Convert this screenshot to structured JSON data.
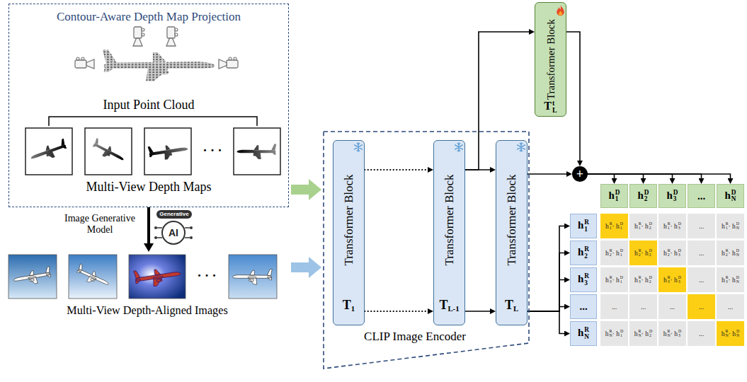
{
  "diagram": {
    "nodes": [
      {
        "text": [
          "Contour-Aware Depth Map Projection",
          "Input Point Cloud",
          "Multi-View Depth Maps"
        ]
      },
      {
        "text": [
          "Multi-View Depth-Aligned Images"
        ]
      },
      {
        "text": [
          "CLIP Image Encoder"
        ]
      },
      {
        "text": [
          "Transformer Block",
          "T1"
        ],
        "in": 2
      },
      {
        "text": [
          "Transformer Block",
          "TL-1"
        ],
        "in": 2
      },
      {
        "text": [
          "Transformer Block",
          "TL"
        ],
        "in": 2
      },
      {
        "text": [
          "Transformer Block",
          "TLt"
        ]
      },
      {
        "text": [
          "+"
        ]
      },
      {
        "text": [
          "h1D"
        ]
      },
      {
        "text": [
          "h2D"
        ]
      },
      {
        "text": [
          "h3D"
        ]
      },
      {
        "text": [
          "..."
        ]
      },
      {
        "text": [
          "hND"
        ]
      },
      {
        "text": [
          "h1R"
        ]
      },
      {
        "text": [
          "h2R"
        ]
      },
      {
        "text": [
          "h3R"
        ]
      },
      {
        "text": [
          "..."
        ]
      },
      {
        "text": [
          "hNR"
        ]
      }
    ],
    "edges": [
      {
        "from": 0,
        "to": 1,
        "arrow": "to",
        "label": "Image Generative Model"
      },
      {
        "from": 0,
        "to": 2,
        "arrow": "to"
      },
      {
        "from": 1,
        "to": 2,
        "arrow": "to"
      },
      {
        "from": 3,
        "to": 4,
        "arrow": "to"
      },
      {
        "from": 3,
        "to": 4,
        "arrow": "to"
      },
      {
        "from": 4,
        "to": 5,
        "arrow": "to"
      },
      {
        "from": 4,
        "to": 5,
        "arrow": "to"
      },
      {
        "from": 4,
        "to": 6,
        "arrow": "to"
      },
      {
        "from": 5,
        "to": 7,
        "arrow": "to"
      },
      {
        "from": 6,
        "to": 7,
        "arrow": "to"
      },
      {
        "from": 7,
        "to": 8,
        "arrow": "to"
      },
      {
        "from": 7,
        "to": 9,
        "arrow": "to"
      },
      {
        "from": 7,
        "to": 10,
        "arrow": "to"
      },
      {
        "from": 7,
        "to": 11,
        "arrow": "to"
      },
      {
        "from": 7,
        "to": 12,
        "arrow": "to"
      },
      {
        "from": 5,
        "to": 13,
        "arrow": "to"
      },
      {
        "from": 5,
        "to": 14,
        "arrow": "to"
      },
      {
        "from": 5,
        "to": 15,
        "arrow": "to"
      },
      {
        "from": 5,
        "to": 16,
        "arrow": "to"
      },
      {
        "from": 5,
        "to": 17,
        "arrow": "to"
      }
    ],
    "labels": [
      "Generative",
      "AI",
      "· · ·",
      "· · ·",
      "h1R · h1D",
      "h1R · h2D",
      "h1R · h3D",
      "...",
      "h1R · hND",
      "h2R · h1D",
      "h2R · h2D",
      "h2R · h3D",
      "...",
      "h2R · hND",
      "h3R · h1D",
      "h3R · h2D",
      "h3R · h3D",
      "...",
      "h3R · hND",
      "...",
      "...",
      "...",
      "...",
      "...",
      "hNR · h1D",
      "hNR · h2D",
      "hNR · h3D",
      "...",
      "hNR · hND"
    ]
  }
}
